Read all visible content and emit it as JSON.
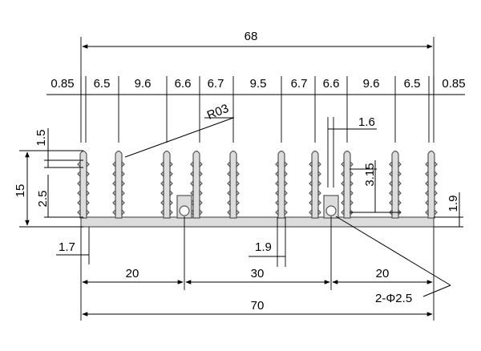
{
  "overall_width_top": "68",
  "overall_width_bottom": "70",
  "pitch_labels": [
    "0.85",
    "6.5",
    "9.6",
    "6.6",
    "6.7",
    "9.5",
    "6.7",
    "6.6",
    "9.6",
    "6.5",
    "0.85"
  ],
  "corner_radius": "R03",
  "fin_tip_gap": "1.6",
  "serration_pitch": "1.5",
  "height": "15",
  "base_height_left": "2.5",
  "hole_depth": "3.15",
  "base_thickness_right": "1.9",
  "base_offset_left": "1.7",
  "slot_width": "1.9",
  "hole_spacing": [
    "20",
    "30",
    "20"
  ],
  "hole_callout": "2-Φ2.5"
}
